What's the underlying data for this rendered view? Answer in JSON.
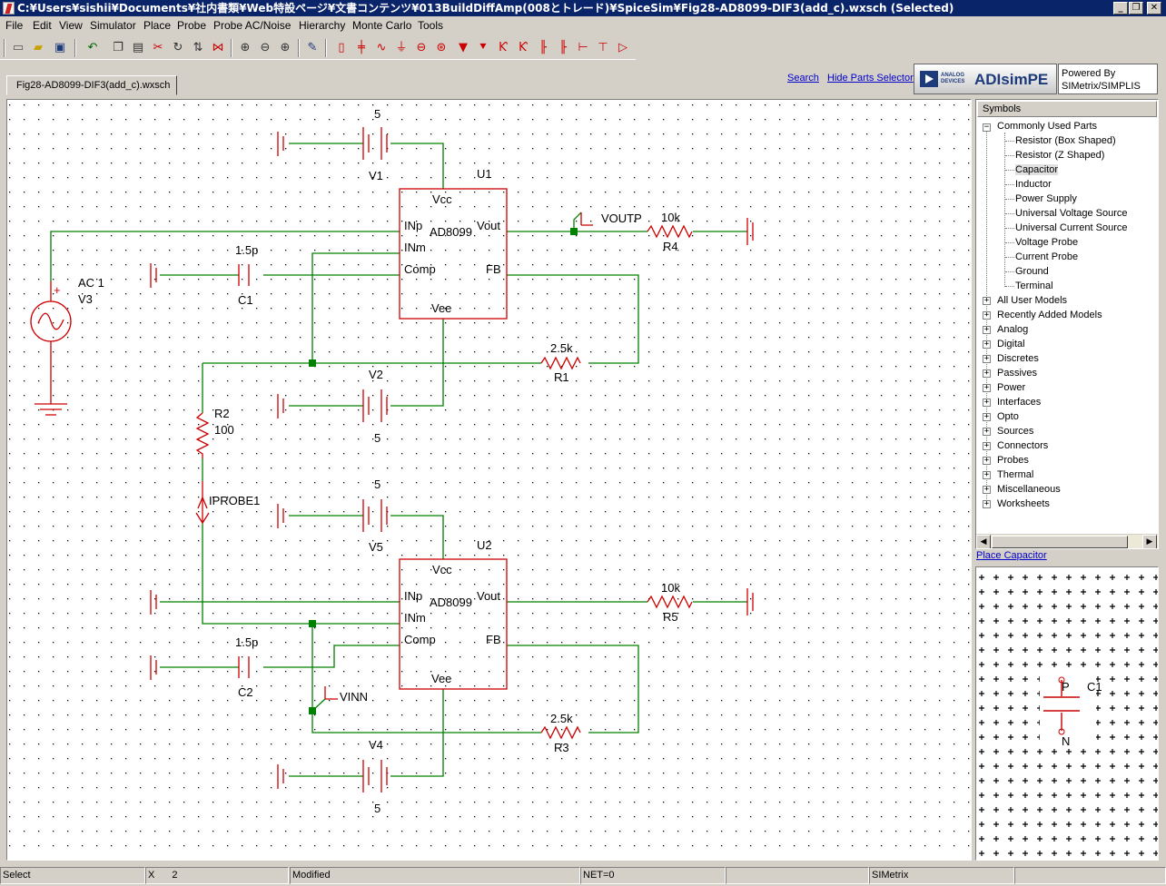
{
  "window": {
    "title": "C:¥Users¥sishii¥Documents¥社内書類¥Web特設ページ¥文書コンテンツ¥013BuildDiffAmp(008とトレード)¥SpiceSim¥Fig28-AD8099-DIF3(add_c).wxsch (Selected)",
    "minimize": "_",
    "restore": "❐",
    "close": "✕"
  },
  "menu": {
    "items": [
      "File",
      "Edit",
      "View",
      "Simulator",
      "Place",
      "Probe",
      "Probe AC/Noise",
      "Hierarchy",
      "Monte Carlo",
      "Tools"
    ]
  },
  "tab": {
    "label": "Fig28-AD8099-DIF3(add_c).wxsch"
  },
  "links": {
    "search": "Search",
    "hide_parts": "Hide Parts Selector",
    "place_capacitor": "Place Capacitor"
  },
  "banner": {
    "adi": "ANALOG DEVICES",
    "title": "ADIsimPE",
    "powered_line1": "Powered By",
    "powered_line2": "SIMetrix/SIMPLIS"
  },
  "symbols": {
    "header": "Symbols",
    "root": "Commonly Used Parts",
    "common_items": [
      "Resistor (Box Shaped)",
      "Resistor (Z Shaped)",
      "Capacitor",
      "Inductor",
      "Power Supply",
      "Universal Voltage Source",
      "Universal Current Source",
      "Voltage Probe",
      "Current Probe",
      "Ground",
      "Terminal"
    ],
    "selected_item": "Capacitor",
    "categories": [
      "All User Models",
      "Recently Added Models",
      "Analog",
      "Digital",
      "Discretes",
      "Passives",
      "Power",
      "Interfaces",
      "Opto",
      "Sources",
      "Connectors",
      "Probes",
      "Thermal",
      "Miscellaneous",
      "Worksheets"
    ]
  },
  "preview": {
    "pin_p": "P",
    "pin_n": "N",
    "ref": "C1"
  },
  "status": {
    "mode": "Select",
    "x_label": "X",
    "x_value": "2",
    "modified": "Modified",
    "net": "NET=0",
    "engine": "SIMetrix"
  },
  "schematic": {
    "colors": {
      "wire": "#008000",
      "part": "#cc0000",
      "junction": "#008000"
    },
    "u1": {
      "ref": "U1",
      "part": "AD8099",
      "vcc": "Vcc",
      "inp": "INp",
      "inm": "INm",
      "comp": "Comp",
      "vee": "Vee",
      "vout": "Vout",
      "fb": "FB"
    },
    "u2": {
      "ref": "U2",
      "part": "AD8099",
      "vcc": "Vcc",
      "inp": "INp",
      "inm": "INm",
      "comp": "Comp",
      "vee": "Vee",
      "vout": "Vout",
      "fb": "FB"
    },
    "v1": {
      "ref": "V1",
      "value": "5"
    },
    "v2": {
      "ref": "V2",
      "value": "5"
    },
    "v5": {
      "ref": "V5",
      "value": "5"
    },
    "v4": {
      "ref": "V4",
      "value": "5"
    },
    "v3": {
      "ref": "V3",
      "value": "AC 1",
      "plus": "+"
    },
    "c1": {
      "ref": "C1",
      "value": "1.5p"
    },
    "c2": {
      "ref": "C2",
      "value": "1.5p"
    },
    "r1": {
      "ref": "R1",
      "value": "2.5k"
    },
    "r3": {
      "ref": "R3",
      "value": "2.5k"
    },
    "r4": {
      "ref": "R4",
      "value": "10k"
    },
    "r5": {
      "ref": "R5",
      "value": "10k"
    },
    "r2": {
      "ref": "R2",
      "value": "100"
    },
    "iprobe": {
      "ref": "IPROBE1"
    },
    "voutp": {
      "label": "VOUTP"
    },
    "vinn": {
      "label": "VINN"
    }
  }
}
